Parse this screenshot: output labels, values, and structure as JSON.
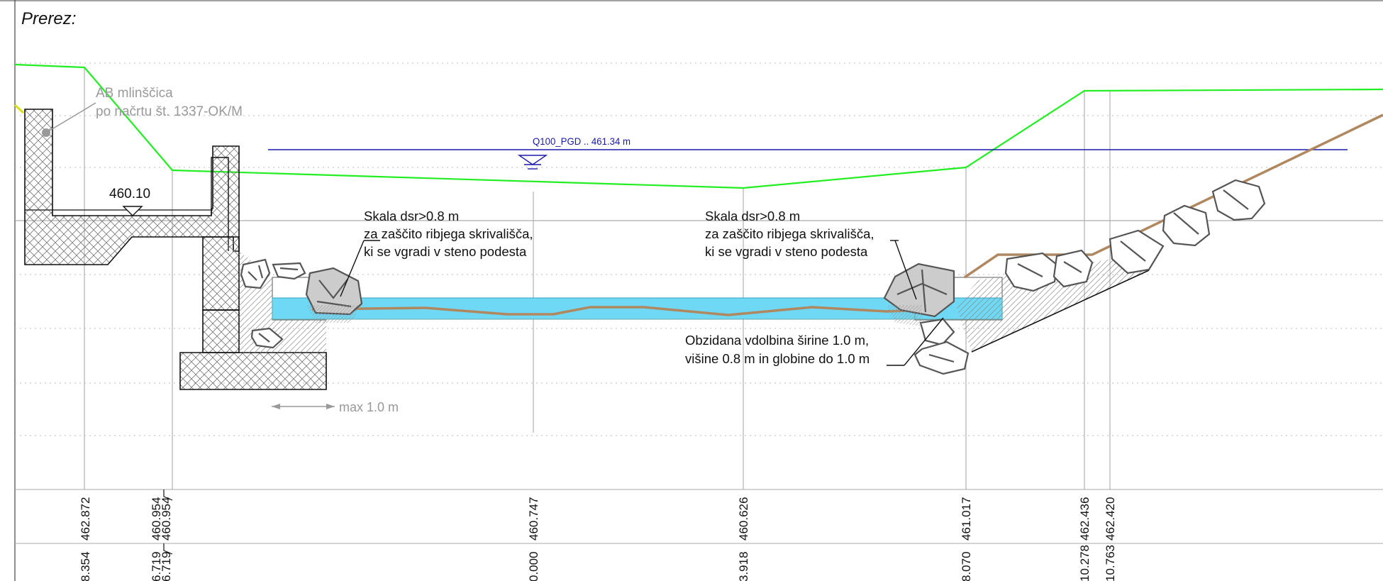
{
  "title": "Prerez:",
  "colors": {
    "terrain": "#22ee22",
    "water_level": "#1a1aaa",
    "bed": "#b08860",
    "water": "#6fd8f4",
    "structure": "#111111",
    "grid": "#bbbbbb",
    "note_gray": "#999999"
  },
  "labels": {
    "mill_channel_line1": "AB mlinščica",
    "mill_channel_line2": "po načrtu št. 1337-OK/M",
    "elevation_marker": "460.10",
    "water_level": "Q100_PGD .. 461.34 m",
    "max_width": "max 1.0 m",
    "boulder_note1": {
      "line1": "Skala dsr>0.8 m",
      "line2": "za zaščito ribjega skrivališča,",
      "line3": "ki se vgradi v steno podesta"
    },
    "boulder_note2": {
      "line1": "Skala dsr>0.8 m",
      "line2": "za zaščito ribjega skrivališča,",
      "line3": "ki se vgradi v steno podesta"
    },
    "recess_note": {
      "line1": "Obzidana vdolbina širine 1.0 m,",
      "line2": "višine 0.8 m in globine do 1.0 m"
    }
  },
  "elevation_row": [
    "462.872",
    "460.954",
    "460.954",
    "460.747",
    "460.626",
    "461.017",
    "462.436",
    "462.420"
  ],
  "distance_row": [
    "8.354",
    "6.719",
    "6.719",
    "0.000",
    "3.918",
    "8.070",
    "10.278",
    "10.763"
  ]
}
